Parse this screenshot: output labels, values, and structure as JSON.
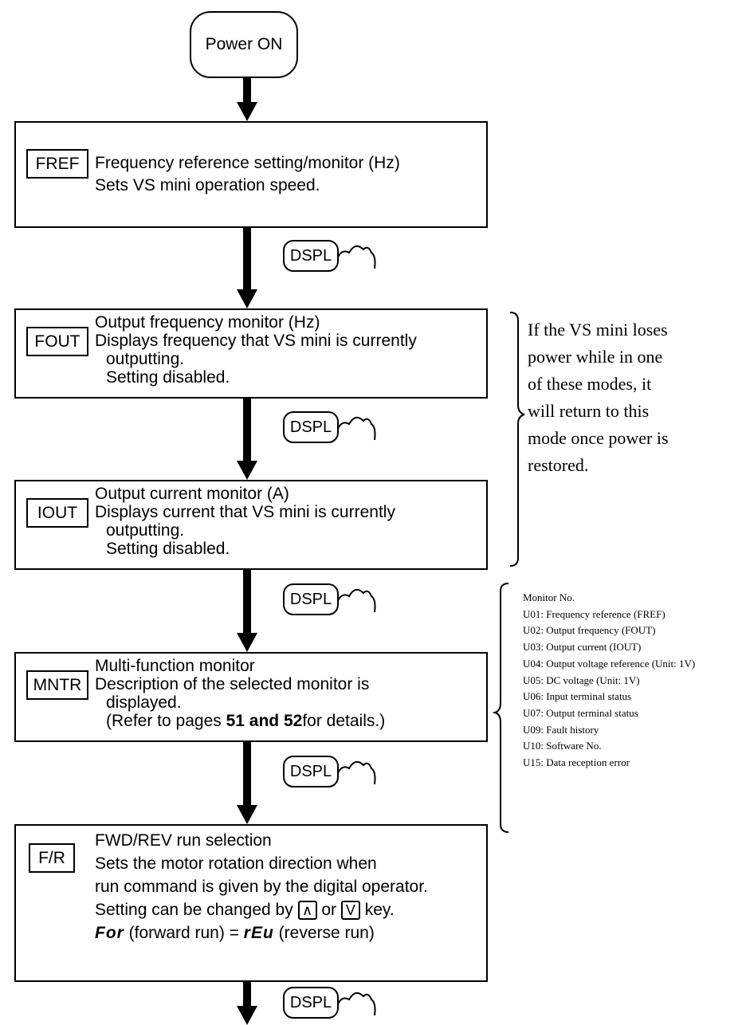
{
  "start": {
    "label": "Power ON"
  },
  "dspl_label": "DSPL",
  "modes": [
    {
      "key": "FREF",
      "lines": [
        "Frequency reference setting/monitor (Hz)",
        "Sets VS mini operation speed."
      ]
    },
    {
      "key": "FOUT",
      "lines": [
        "Output frequency monitor (Hz)",
        "Displays frequency that VS mini is currently",
        "outputting.",
        "Setting disabled."
      ]
    },
    {
      "key": "IOUT",
      "lines": [
        "Output current monitor (A)",
        "Displays current that VS mini is currently",
        "outputting.",
        "Setting disabled."
      ]
    },
    {
      "key": "MNTR",
      "lines": [
        "Multi-function monitor",
        "Description of the selected monitor is",
        "displayed."
      ],
      "ref_prefix": "(Refer to pages ",
      "ref_pages": "51 and 52",
      "ref_suffix": "for details.)"
    },
    {
      "key": "F/R",
      "lines": [
        "FWD/REV run selection",
        "Sets the motor rotation direction when",
        "run command is given by the digital operator."
      ],
      "change_prefix": "Setting can be changed by ",
      "up_key": "∧",
      "or_text": " or ",
      "down_key": "V",
      "key_suffix": " key.",
      "fwd_code": "For",
      "fwd_text": " (forward run) = ",
      "rev_code": "rEu",
      "rev_text": " (reverse run)"
    }
  ],
  "power_note": [
    "If the VS mini loses",
    "power while in one",
    "of these modes, it",
    "will return to this",
    "mode once power is",
    "restored."
  ],
  "monitor_list": {
    "heading": "Monitor No.",
    "items": [
      "U01: Frequency reference (FREF)",
      "U02: Output frequency (FOUT)",
      "U03: Output current (IOUT)",
      "U04: Output voltage reference (Unit: 1V)",
      "U05: DC voltage (Unit: 1V)",
      "U06: Input terminal status",
      "U07: Output terminal status",
      "U09: Fault history",
      "U10: Software No.",
      "U15: Data reception error"
    ]
  }
}
